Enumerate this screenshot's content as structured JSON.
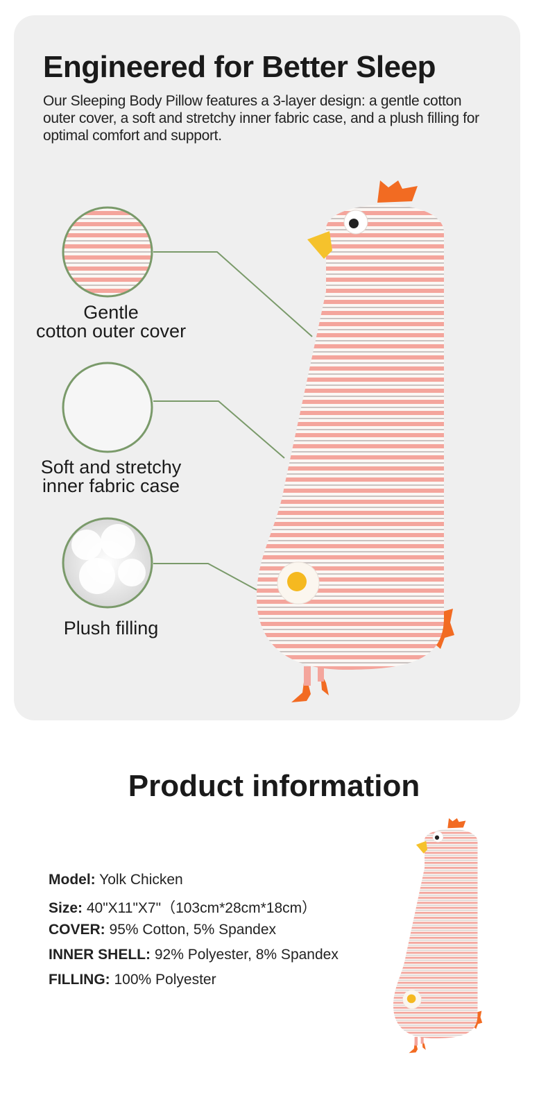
{
  "feature_section": {
    "title": "Engineered for Better Sleep",
    "description": "Our Sleeping Body Pillow features a 3-layer design: a gentle cotton outer cover, a soft and stretchy inner fabric case, and a plush filling for optimal comfort and support.",
    "layers": [
      {
        "line1": "Gentle",
        "line2": "cotton outer cover",
        "icon": "striped-fabric-swatch"
      },
      {
        "line1": "Soft and stretchy",
        "line2": "inner fabric case",
        "icon": "white-fabric-swatch"
      },
      {
        "line1": "Plush filling",
        "line2": "",
        "icon": "cotton-filling-swatch"
      }
    ]
  },
  "product_info": {
    "title": "Product information",
    "specs": [
      {
        "label": "Model:",
        "value": " Yolk  Chicken"
      },
      {
        "label": "Size:",
        "value": " 40\"X11\"X7\"（103cm*28cm*18cm）"
      },
      {
        "label": "COVER:",
        "value": " 95% Cotton, 5% Spandex"
      },
      {
        "label": "INNER SHELL:",
        "value": " 92% Polyester, 8% Spandex"
      },
      {
        "label": "FILLING:",
        "value": " 100% Polyester"
      }
    ]
  },
  "colors": {
    "card_bg": "#efefef",
    "accent_green": "#7a9a6a",
    "stripe_pink": "#f4a59c",
    "comb_orange": "#f26b22",
    "beak_yellow": "#f5c22c"
  }
}
